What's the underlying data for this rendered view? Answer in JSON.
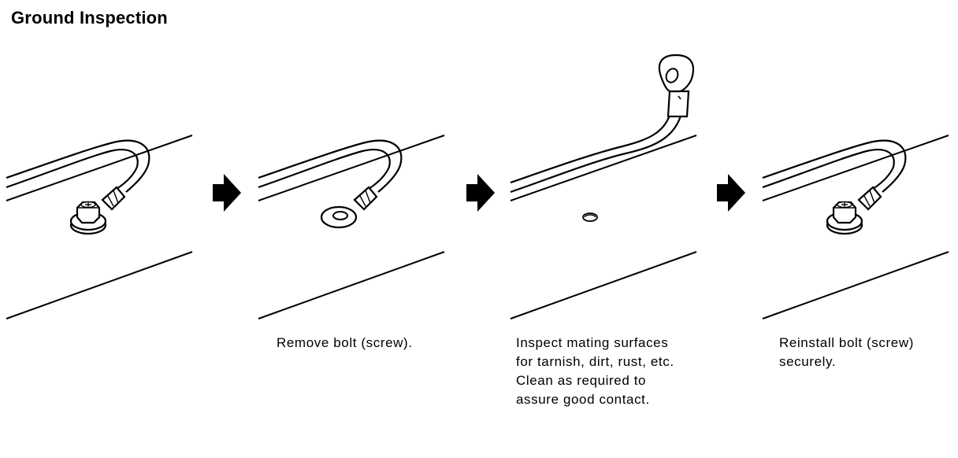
{
  "title": "Ground Inspection",
  "steps": [
    {
      "caption": ""
    },
    {
      "caption": "Remove bolt (screw)."
    },
    {
      "caption": "Inspect mating surfaces\nfor tarnish, dirt, rust, etc.\nClean as required to\nassure good contact."
    },
    {
      "caption": "Reinstall bolt (screw)\nsecurely."
    }
  ],
  "colors": {
    "line": "#000000",
    "background": "#ffffff"
  }
}
